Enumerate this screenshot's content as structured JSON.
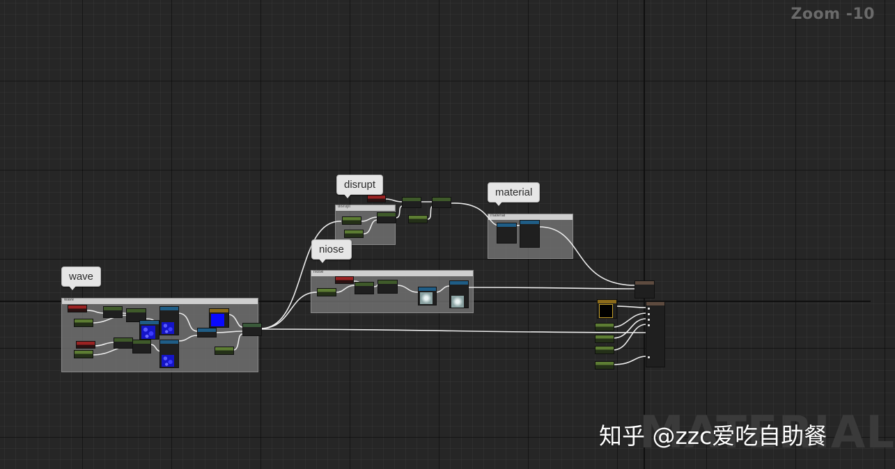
{
  "zoom_label": "Zoom -10",
  "comments": {
    "wave": {
      "bubble": "wave",
      "bar": "wave"
    },
    "disrupt": {
      "bubble": "disrupt",
      "bar": "disrupt"
    },
    "niose": {
      "bubble": "niose",
      "bar": "niose"
    },
    "material": {
      "bubble": "material",
      "bar": "material"
    }
  },
  "watermarks": {
    "material_text": "MATERIAL",
    "zhihu_text": "知乎 @zzc爱吃自助餐"
  },
  "colors": {
    "background": "#262626",
    "wire": "#ececec",
    "comment_box": "#7d7d7d",
    "param_node": "#5d7d33",
    "scalar_node": "#9a2222",
    "texture_node": "#1f5d86"
  },
  "icons": {
    "output_pin": "white-square-pin"
  }
}
